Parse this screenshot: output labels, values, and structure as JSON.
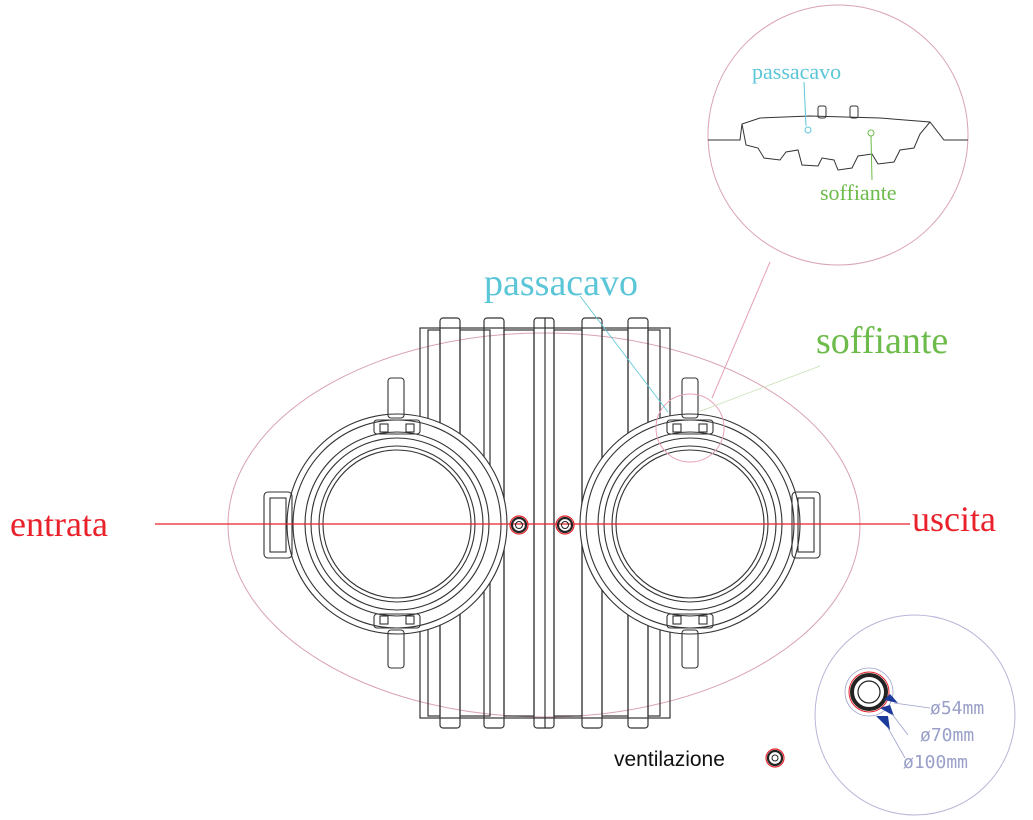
{
  "labels": {
    "entrata": "entrata",
    "uscita": "uscita",
    "passacavo": "passacavo",
    "soffiante": "soffiante",
    "ventilazione": "ventilazione"
  },
  "detail_top": {
    "passacavo": "passacavo",
    "soffiante": "soffiante"
  },
  "detail_pipe": {
    "d1": "ø54mm",
    "d2": "ø70mm",
    "d3": "ø100mm"
  },
  "colors": {
    "red": "#e8212a",
    "cyan": "#5bc6d8",
    "green": "#6dbb4a",
    "pink": "#e6a0b4",
    "line": "#333333",
    "blue": "#1b3a9c",
    "lightblue": "#9aa0c8"
  }
}
